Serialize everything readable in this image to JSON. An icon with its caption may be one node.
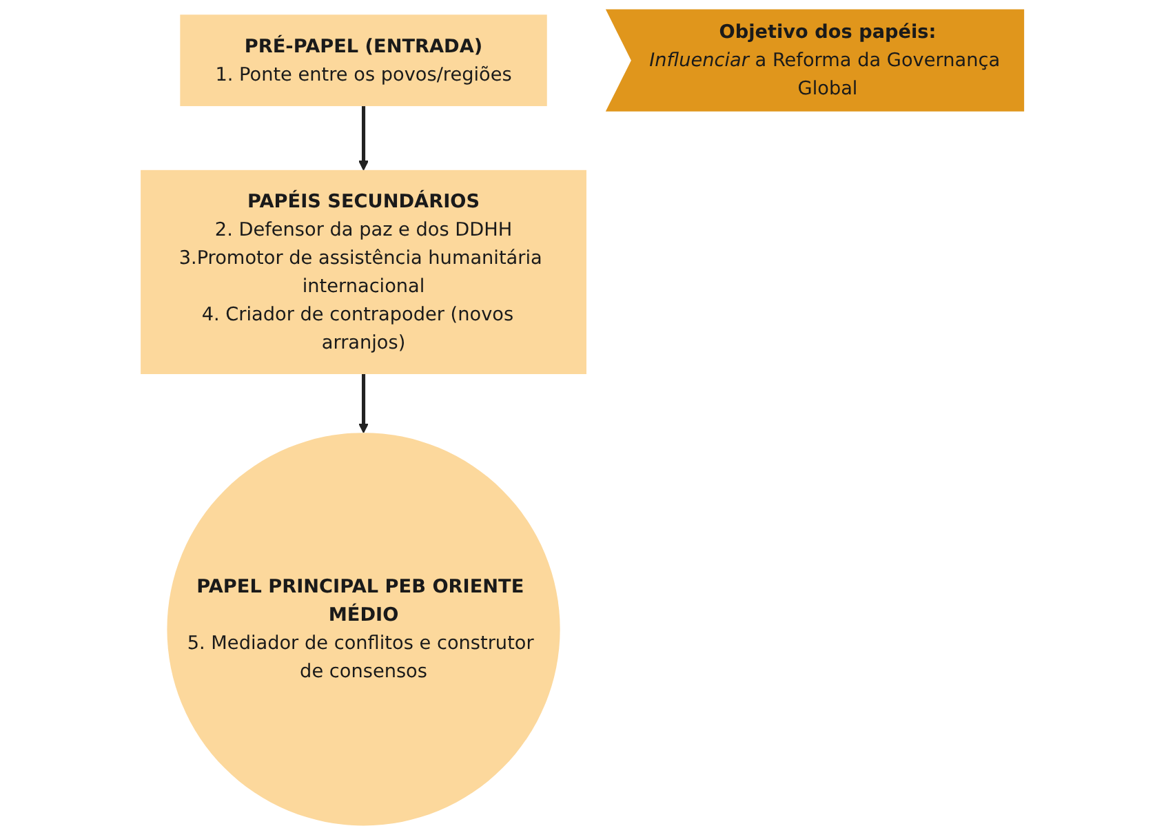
{
  "diagram": {
    "nodes": [
      {
        "text": [
          "PRÉ-PAPEL (ENTRADA)",
          "1. Ponte entre os povos/regiões"
        ]
      },
      {
        "text": [
          "PAPÉIS SECUNDÁRIOS",
          "2. Defensor da paz e dos DDHH",
          "3.Promotor de assistência humanitária internacional",
          "4. Criador de contrapoder (novos  arranjos)"
        ]
      },
      {
        "text": [
          "PAPEL PRINCIPAL PEB ORIENTE MÉDIO",
          "5. Mediador de conflitos e construtor de consensos"
        ]
      },
      {
        "text": [
          "Objetivo dos papéis:",
          "*Influenciar* a Reforma da Governança Global"
        ]
      }
    ],
    "edges": [
      {
        "from": 0,
        "to": 1,
        "arrow": "to"
      },
      {
        "from": 1,
        "to": 2,
        "arrow": "to"
      }
    ]
  }
}
